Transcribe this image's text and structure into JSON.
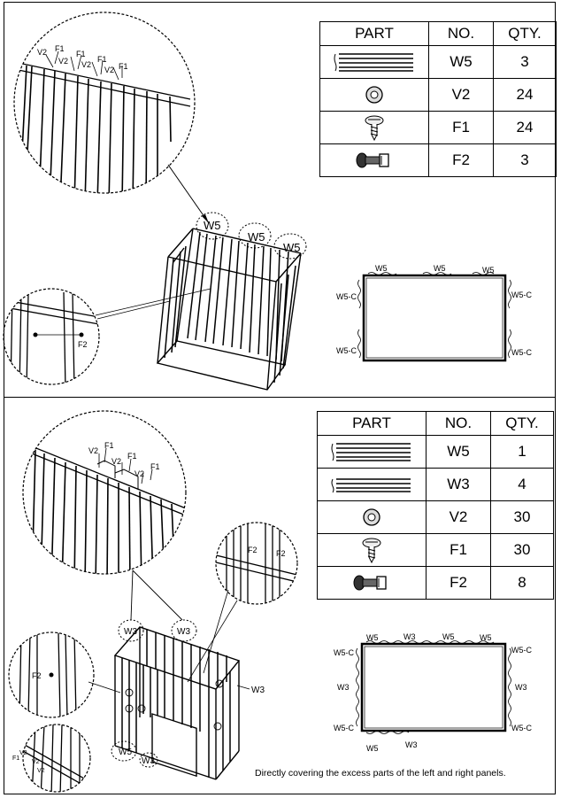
{
  "step1": {
    "table": {
      "headers": [
        "PART",
        "NO.",
        "QTY."
      ],
      "rows": [
        {
          "icon": "w5-panel-icon",
          "no": "W5",
          "qty": "3"
        },
        {
          "icon": "washer-icon",
          "no": "V2",
          "qty": "24"
        },
        {
          "icon": "screw-icon",
          "no": "F1",
          "qty": "24"
        },
        {
          "icon": "bolt-nut-icon",
          "no": "F2",
          "qty": "3"
        }
      ]
    },
    "callouts": {
      "v2": "V2",
      "f1": "F1",
      "f2": "F2",
      "w5": "W5"
    },
    "plan": {
      "w5": "W5",
      "w5c": "W5-C"
    }
  },
  "step2": {
    "table": {
      "headers": [
        "PART",
        "NO.",
        "QTY."
      ],
      "rows": [
        {
          "icon": "w5-panel-icon",
          "no": "W5",
          "qty": "1"
        },
        {
          "icon": "w3-panel-icon",
          "no": "W3",
          "qty": "4"
        },
        {
          "icon": "washer-icon",
          "no": "V2",
          "qty": "30"
        },
        {
          "icon": "screw-icon",
          "no": "F1",
          "qty": "30"
        },
        {
          "icon": "bolt-nut-icon",
          "no": "F2",
          "qty": "8"
        }
      ]
    },
    "callouts": {
      "v2": "V2",
      "f1": "F1",
      "f2": "F2",
      "w3": "W3",
      "w5": "W5"
    },
    "plan": {
      "w5": "W5",
      "w3": "W3",
      "w5c": "W5-C"
    },
    "note": "Directly covering the excess parts of the left and right panels."
  }
}
